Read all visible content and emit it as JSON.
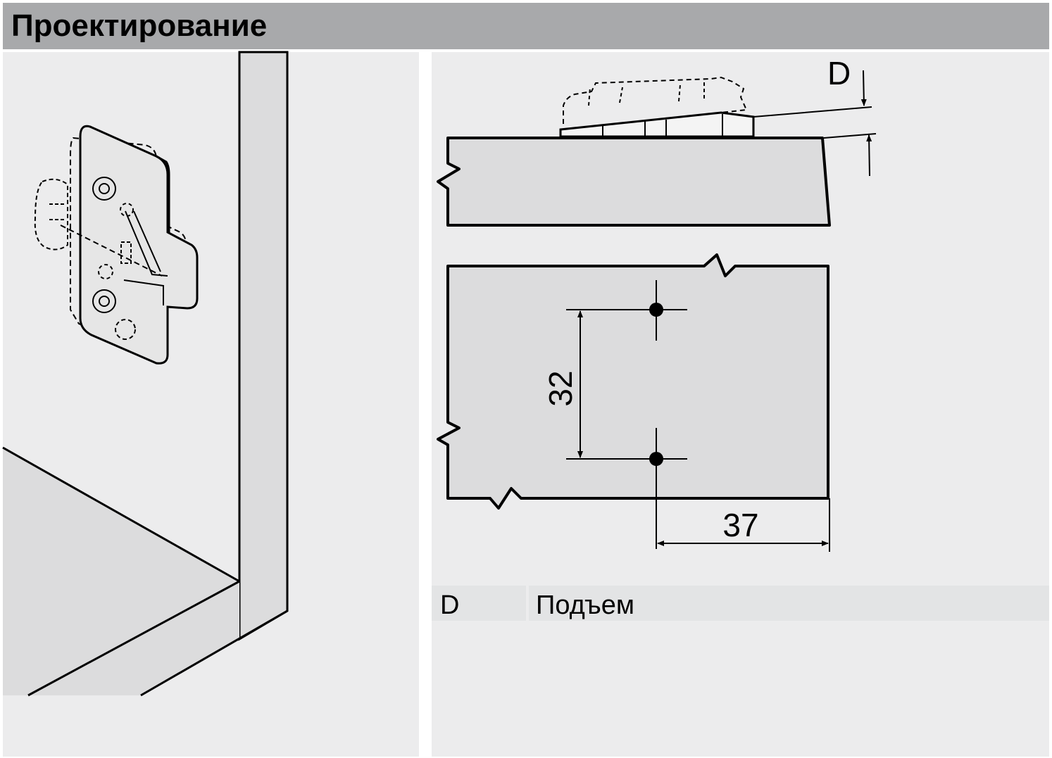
{
  "header": {
    "title": "Проектирование"
  },
  "drawing": {
    "lift_label": "D",
    "hole_spacing": "32",
    "edge_distance": "37"
  },
  "spec_table": {
    "key": "D",
    "value": "Подъем"
  }
}
